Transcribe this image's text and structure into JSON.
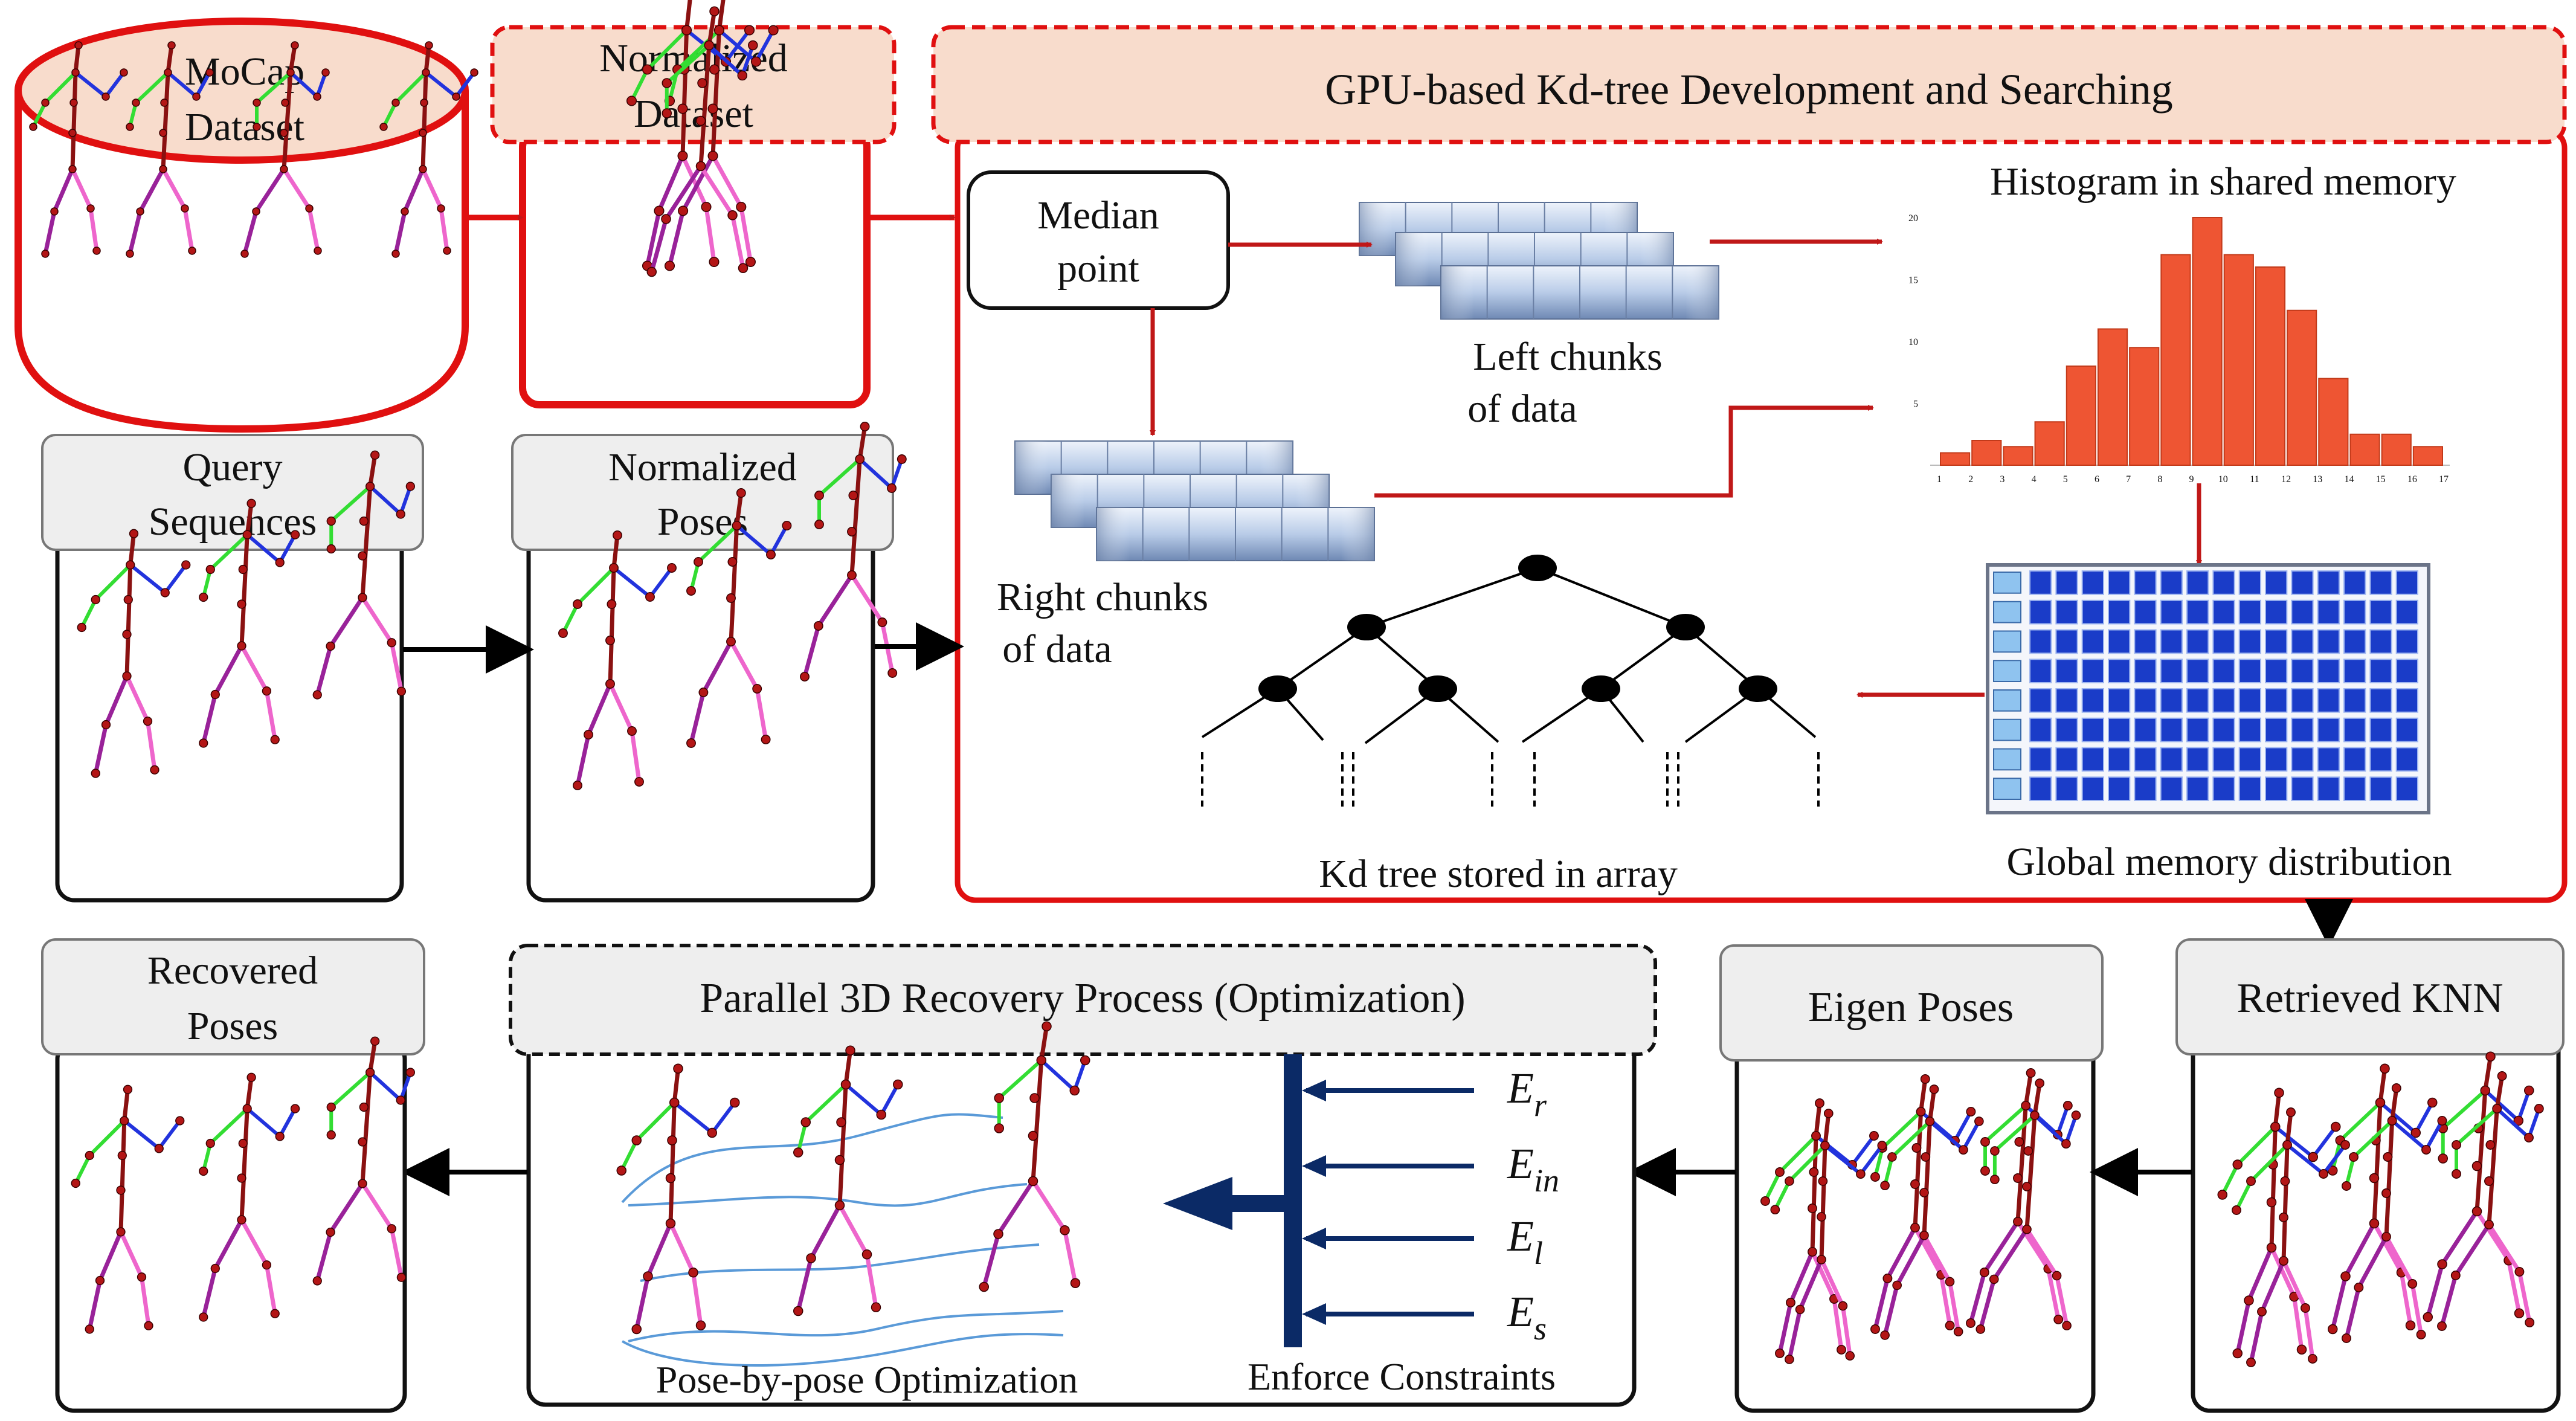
{
  "mocap": {
    "line1": "MoCap",
    "line2": "Dataset"
  },
  "normalized_dataset": {
    "line1": "Normalized",
    "line2": "Dataset"
  },
  "gpu": {
    "title": "GPU-based Kd-tree Development and Searching",
    "median": {
      "line1": "Median",
      "line2": "point"
    },
    "left_chunks": {
      "line1": "Left chunks",
      "line2": "of data"
    },
    "right_chunks": {
      "line1": "Right chunks",
      "line2": "of data"
    },
    "histogram_title": "Histogram in shared memory",
    "histogram_ticks": [
      "1",
      "2",
      "3",
      "4",
      "5",
      "6",
      "7",
      "8",
      "9",
      "10",
      "11",
      "12",
      "13",
      "14",
      "15",
      "16",
      "17"
    ],
    "histogram_yticks": [
      "20",
      "15",
      "10",
      "5"
    ],
    "histogram_values": [
      1,
      2,
      1.5,
      3.5,
      8,
      11,
      9.5,
      17,
      20,
      17,
      16,
      12.5,
      7,
      2.5,
      2.5,
      1.5
    ],
    "global_memory": "Global memory distribution",
    "kd_tree": "Kd tree stored in array"
  },
  "query": {
    "line1": "Query",
    "line2": "Sequences"
  },
  "normalized_poses": {
    "line1": "Normalized",
    "line2": "Poses"
  },
  "retrieved_knn": "Retrieved KNN",
  "eigen_poses": "Eigen Poses",
  "recovery_title": "Parallel 3D Recovery Process (Optimization)",
  "pose_by_pose": "Pose-by-pose Optimization",
  "enforce": "Enforce Constraints",
  "constraints": [
    {
      "base": "E",
      "sub": "r"
    },
    {
      "base": "E",
      "sub": "in"
    },
    {
      "base": "E",
      "sub": "l"
    },
    {
      "base": "E",
      "sub": "s"
    }
  ],
  "recovered": {
    "line1": "Recovered",
    "line2": "Poses"
  },
  "colors": {
    "red": "#e01010",
    "dark_red": "#c01818",
    "peach": "#f8dccc",
    "gray_header": "#eeeeee",
    "bar": "#ee5533",
    "navy": "#0b2a66",
    "memory_blue": "#1a3cc8",
    "curve_blue": "#5a9ad8",
    "limb_pink": "#ee66cc",
    "limb_purple": "#992299",
    "limb_green": "#33dd33",
    "limb_blue": "#2233dd",
    "spine": "#8a1111"
  }
}
